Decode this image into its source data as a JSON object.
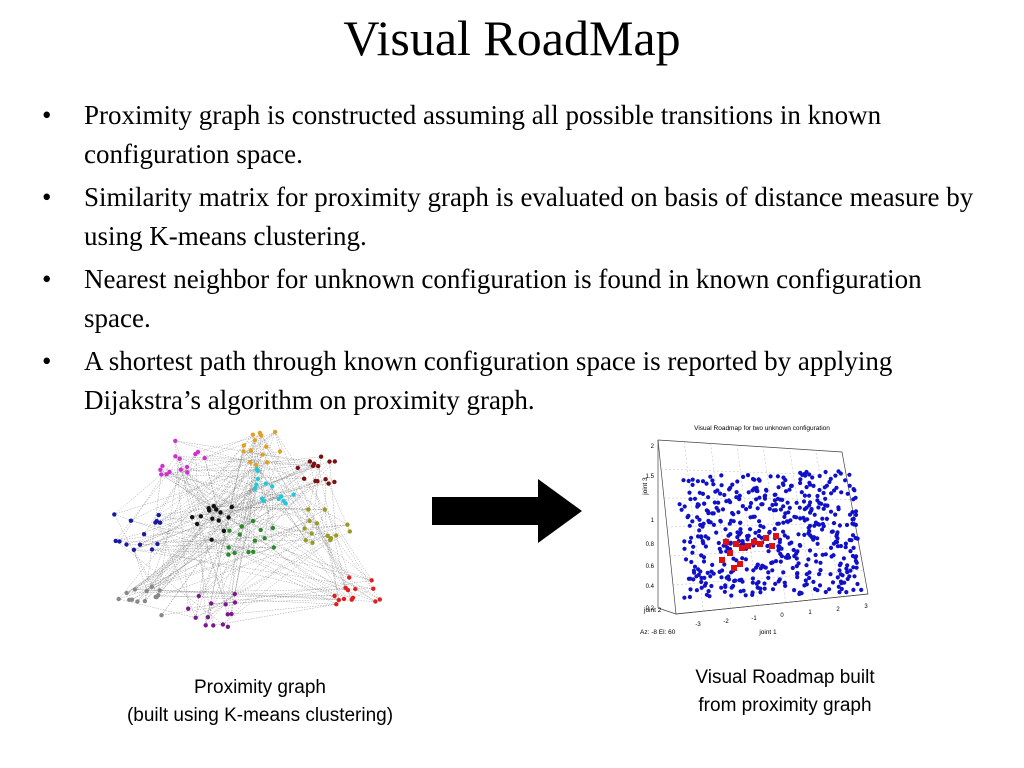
{
  "slide": {
    "title": "Visual RoadMap",
    "bullets": [
      "Proximity graph is constructed assuming all possible transitions in known configuration space.",
      "Similarity matrix for proximity graph is evaluated on basis of distance measure by using K-means clustering.",
      "Nearest neighbor for unknown configuration is found in known configuration space.",
      "A shortest  path through known configuration space is reported by applying Dijakstra’s algorithm on proximity graph."
    ],
    "bullet_symbol": "•"
  },
  "figures": {
    "proximity_graph": {
      "cluster_colors": [
        "#cc33cc",
        "#e0a020",
        "#22c8d8",
        "#7a1010",
        "#1a1aa0",
        "#111111",
        "#2a8a2a",
        "#9a9a20",
        "#7a1a8a",
        "#e02020",
        "#888888"
      ],
      "caption_line1": "Proximity graph",
      "caption_line2": "(built using K-means clustering)"
    },
    "roadmap_plot": {
      "title": "Visual Roadmap for two unknown configuration",
      "z_axis_label": "joint 3",
      "y_axis_label": "joint 2",
      "x_axis_label": "joint 1",
      "z_ticks": [
        "2",
        "1.5",
        "1",
        "0.8",
        "0.6",
        "0.4",
        "0.2"
      ],
      "x_ticks": [
        "-3",
        "-2",
        "-1",
        "0",
        "1",
        "2",
        "3"
      ],
      "view_text": "Az: -8 El: 60",
      "point_color": "#1010c8",
      "path_color": "#e01010",
      "caption_line1": "Visual Roadmap built",
      "caption_line2": "from proximity graph"
    },
    "arrow": {
      "color": "#000000"
    }
  }
}
